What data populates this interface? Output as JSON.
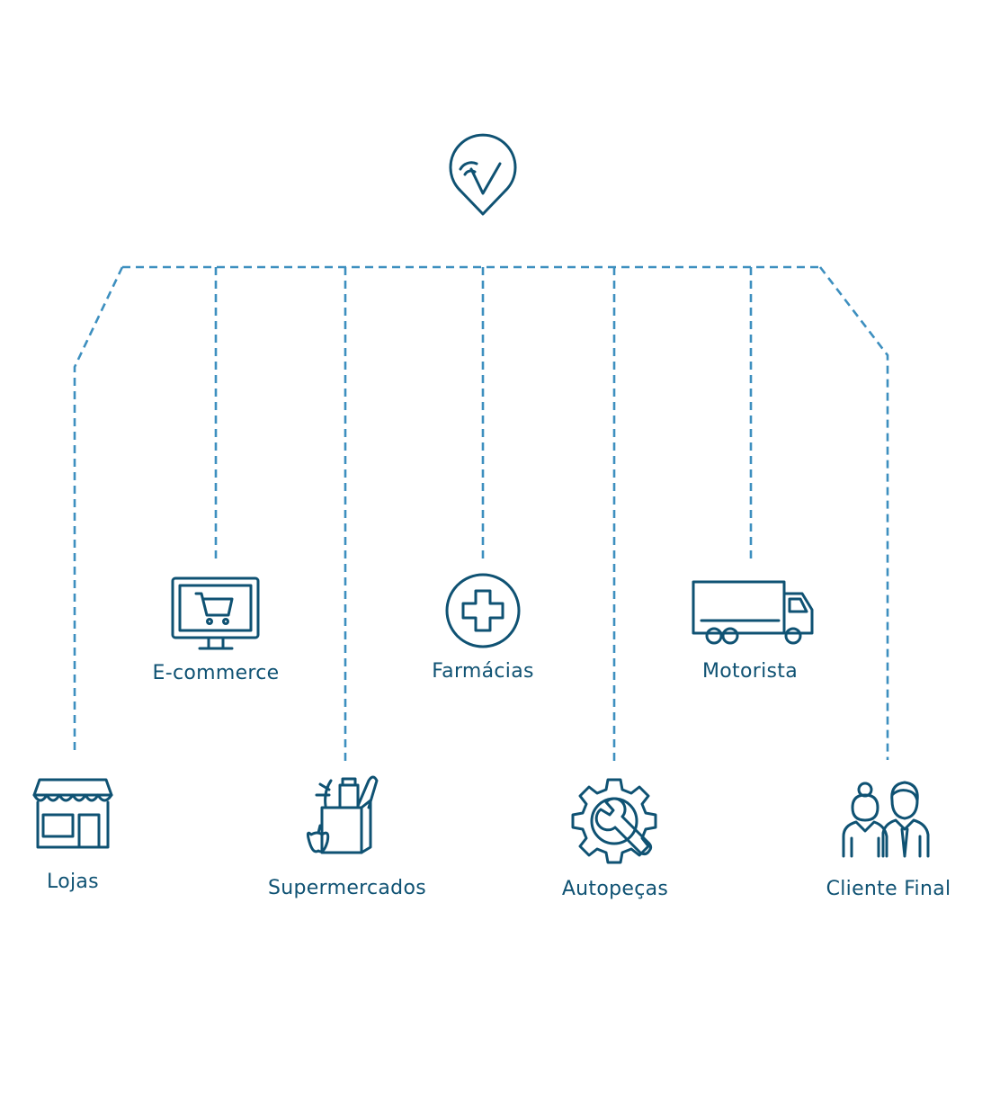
{
  "nodes": {
    "ecommerce": {
      "label": "E-commerce",
      "icon": "monitor-cart-icon"
    },
    "farmacias": {
      "label": "Farmácias",
      "icon": "medical-cross-icon"
    },
    "motorista": {
      "label": "Motorista",
      "icon": "truck-icon"
    },
    "lojas": {
      "label": "Lojas",
      "icon": "storefront-icon"
    },
    "supermercados": {
      "label": "Supermercados",
      "icon": "grocery-bag-icon"
    },
    "autopecas": {
      "label": "Autopeças",
      "icon": "gear-wrench-icon"
    },
    "cliente_final": {
      "label": "Cliente Final",
      "icon": "people-icon"
    }
  },
  "root": {
    "icon": "location-pin-logo-icon"
  },
  "colors": {
    "icon": "#0f5273",
    "connector": "#3d8fbf",
    "label": "#0f5273"
  }
}
